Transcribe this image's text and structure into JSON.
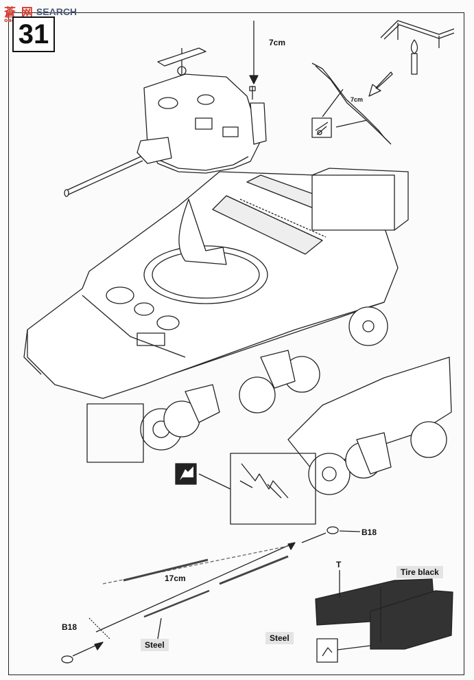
{
  "watermark": {
    "cn": "蒼 网",
    "brand": "SEARCH",
    "url": "oao-shop.com"
  },
  "step_number": "31",
  "labels": {
    "antenna_length": "7cm",
    "bend_length": "7cm",
    "wire_length": "17cm",
    "part_top": "B18",
    "part_bottom": "B18",
    "track_part": "T"
  },
  "paint_chips": {
    "tire": "Tire black",
    "wire_steel": "Steel",
    "track_steel": "Steel"
  }
}
